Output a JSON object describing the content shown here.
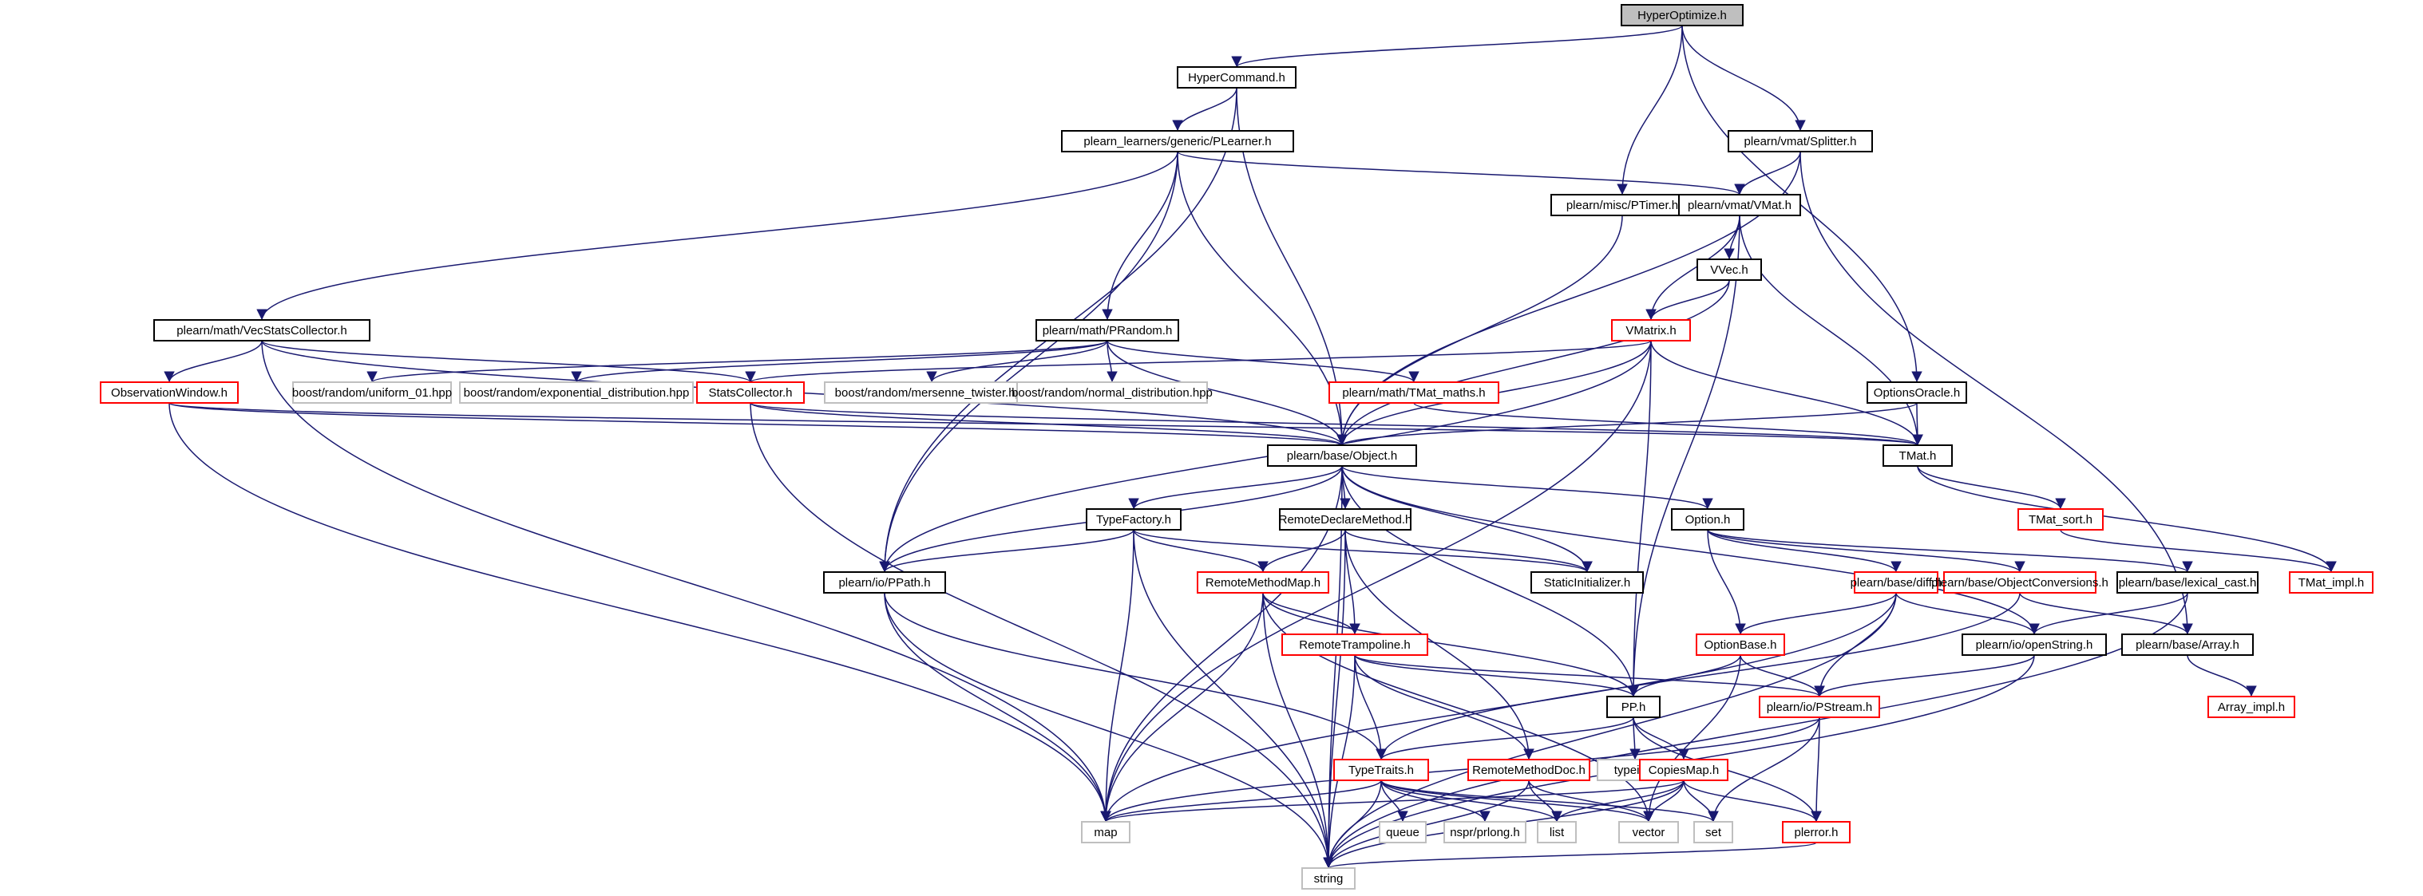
{
  "colors": {
    "root_fill": "#bfbfbf",
    "internal_border": "#000000",
    "incomplete_border": "#ff0000",
    "system_border": "#bfbfbf",
    "edge": "#191970"
  },
  "nodes": [
    {
      "id": "hyperoptimize",
      "label": "HyperOptimize.h",
      "kind": "root"
    },
    {
      "id": "hypercommand",
      "label": "HyperCommand.h",
      "kind": "internal"
    },
    {
      "id": "plearner",
      "label": "plearn_learners/generic/PLearner.h",
      "kind": "internal"
    },
    {
      "id": "ptimer",
      "label": "plearn/misc/PTimer.h",
      "kind": "internal"
    },
    {
      "id": "splitter",
      "label": "plearn/vmat/Splitter.h",
      "kind": "internal"
    },
    {
      "id": "vmat",
      "label": "plearn/vmat/VMat.h",
      "kind": "internal"
    },
    {
      "id": "vvec",
      "label": "VVec.h",
      "kind": "internal"
    },
    {
      "id": "vmatrix",
      "label": "VMatrix.h",
      "kind": "incomplete"
    },
    {
      "id": "vecstats",
      "label": "plearn/math/VecStatsCollector.h",
      "kind": "internal"
    },
    {
      "id": "prandom",
      "label": "plearn/math/PRandom.h",
      "kind": "internal"
    },
    {
      "id": "obswin",
      "label": "ObservationWindow.h",
      "kind": "incomplete"
    },
    {
      "id": "uniform01",
      "label": "boost/random/uniform_01.hpp",
      "kind": "system"
    },
    {
      "id": "expdist",
      "label": "boost/random/exponential_distribution.hpp",
      "kind": "system"
    },
    {
      "id": "statscollector",
      "label": "StatsCollector.h",
      "kind": "incomplete"
    },
    {
      "id": "mersenne",
      "label": "boost/random/mersenne_twister.hpp",
      "kind": "system"
    },
    {
      "id": "normaldist",
      "label": "boost/random/normal_distribution.hpp",
      "kind": "system"
    },
    {
      "id": "tmatmaths",
      "label": "plearn/math/TMat_maths.h",
      "kind": "incomplete"
    },
    {
      "id": "optionsoracle",
      "label": "OptionsOracle.h",
      "kind": "internal"
    },
    {
      "id": "object",
      "label": "plearn/base/Object.h",
      "kind": "internal"
    },
    {
      "id": "tmat",
      "label": "TMat.h",
      "kind": "internal"
    },
    {
      "id": "typefactory",
      "label": "TypeFactory.h",
      "kind": "internal"
    },
    {
      "id": "remotedeclare",
      "label": "RemoteDeclareMethod.h",
      "kind": "internal"
    },
    {
      "id": "option",
      "label": "Option.h",
      "kind": "internal"
    },
    {
      "id": "tmatsort",
      "label": "TMat_sort.h",
      "kind": "incomplete"
    },
    {
      "id": "ppath",
      "label": "plearn/io/PPath.h",
      "kind": "internal"
    },
    {
      "id": "remotemethodmap",
      "label": "RemoteMethodMap.h",
      "kind": "incomplete"
    },
    {
      "id": "staticinit",
      "label": "StaticInitializer.h",
      "kind": "internal"
    },
    {
      "id": "diff",
      "label": "plearn/base/diff.h",
      "kind": "incomplete"
    },
    {
      "id": "objconv",
      "label": "plearn/base/ObjectConversions.h",
      "kind": "incomplete"
    },
    {
      "id": "lexicalcast",
      "label": "plearn/base/lexical_cast.h",
      "kind": "internal"
    },
    {
      "id": "tmatimpl",
      "label": "TMat_impl.h",
      "kind": "incomplete"
    },
    {
      "id": "remotetramp",
      "label": "RemoteTrampoline.h",
      "kind": "incomplete"
    },
    {
      "id": "optionbase",
      "label": "OptionBase.h",
      "kind": "incomplete"
    },
    {
      "id": "openstring",
      "label": "plearn/io/openString.h",
      "kind": "internal"
    },
    {
      "id": "array",
      "label": "plearn/base/Array.h",
      "kind": "internal"
    },
    {
      "id": "arrayimpl",
      "label": "Array_impl.h",
      "kind": "incomplete"
    },
    {
      "id": "pp",
      "label": "PP.h",
      "kind": "internal"
    },
    {
      "id": "pstream",
      "label": "plearn/io/PStream.h",
      "kind": "incomplete"
    },
    {
      "id": "typeinfo",
      "label": "typeinfo",
      "kind": "system"
    },
    {
      "id": "typetraits",
      "label": "TypeTraits.h",
      "kind": "incomplete"
    },
    {
      "id": "remotemethoddoc",
      "label": "RemoteMethodDoc.h",
      "kind": "incomplete"
    },
    {
      "id": "copiesmap",
      "label": "CopiesMap.h",
      "kind": "incomplete"
    },
    {
      "id": "map",
      "label": "map",
      "kind": "system"
    },
    {
      "id": "queue",
      "label": "queue",
      "kind": "system"
    },
    {
      "id": "nsprlong",
      "label": "nspr/prlong.h",
      "kind": "system"
    },
    {
      "id": "list",
      "label": "list",
      "kind": "system"
    },
    {
      "id": "vector",
      "label": "vector",
      "kind": "system"
    },
    {
      "id": "set",
      "label": "set",
      "kind": "system"
    },
    {
      "id": "plerror",
      "label": "plerror.h",
      "kind": "incomplete"
    },
    {
      "id": "string",
      "label": "string",
      "kind": "system"
    }
  ],
  "edges": [
    [
      "hyperoptimize",
      "hypercommand"
    ],
    [
      "hyperoptimize",
      "ptimer"
    ],
    [
      "hyperoptimize",
      "splitter"
    ],
    [
      "hyperoptimize",
      "optionsoracle"
    ],
    [
      "hypercommand",
      "plearner"
    ],
    [
      "hypercommand",
      "object"
    ],
    [
      "hypercommand",
      "ppath"
    ],
    [
      "plearner",
      "vmat"
    ],
    [
      "plearner",
      "vecstats"
    ],
    [
      "plearner",
      "prandom"
    ],
    [
      "plearner",
      "object"
    ],
    [
      "plearner",
      "ppath"
    ],
    [
      "ptimer",
      "object"
    ],
    [
      "splitter",
      "vmat"
    ],
    [
      "splitter",
      "object"
    ],
    [
      "splitter",
      "array"
    ],
    [
      "vmat",
      "vvec"
    ],
    [
      "vmat",
      "vmatrix"
    ],
    [
      "vmat",
      "tmat"
    ],
    [
      "vmat",
      "pp"
    ],
    [
      "vvec",
      "vmatrix"
    ],
    [
      "vvec",
      "object"
    ],
    [
      "vmatrix",
      "statscollector"
    ],
    [
      "vmatrix",
      "object"
    ],
    [
      "vmatrix",
      "tmat"
    ],
    [
      "vmatrix",
      "ppath"
    ],
    [
      "vmatrix",
      "map"
    ],
    [
      "vmatrix",
      "pp"
    ],
    [
      "vecstats",
      "obswin"
    ],
    [
      "vecstats",
      "statscollector"
    ],
    [
      "vecstats",
      "object"
    ],
    [
      "vecstats",
      "map"
    ],
    [
      "prandom",
      "uniform01"
    ],
    [
      "prandom",
      "expdist"
    ],
    [
      "prandom",
      "mersenne"
    ],
    [
      "prandom",
      "normaldist"
    ],
    [
      "prandom",
      "tmatmaths"
    ],
    [
      "prandom",
      "object"
    ],
    [
      "obswin",
      "object"
    ],
    [
      "obswin",
      "tmat"
    ],
    [
      "obswin",
      "map"
    ],
    [
      "statscollector",
      "object"
    ],
    [
      "statscollector",
      "tmat"
    ],
    [
      "statscollector",
      "string"
    ],
    [
      "tmatmaths",
      "tmat"
    ],
    [
      "optionsoracle",
      "object"
    ],
    [
      "optionsoracle",
      "tmat"
    ],
    [
      "object",
      "typefactory"
    ],
    [
      "object",
      "remotedeclare"
    ],
    [
      "object",
      "option"
    ],
    [
      "object",
      "ppath"
    ],
    [
      "object",
      "staticinit"
    ],
    [
      "object",
      "pp"
    ],
    [
      "object",
      "openstring"
    ],
    [
      "object",
      "map"
    ],
    [
      "object",
      "string"
    ],
    [
      "tmat",
      "tmatsort"
    ],
    [
      "tmat",
      "tmatimpl"
    ],
    [
      "tmatsort",
      "tmatimpl"
    ],
    [
      "typefactory",
      "ppath"
    ],
    [
      "typefactory",
      "remotemethodmap"
    ],
    [
      "typefactory",
      "staticinit"
    ],
    [
      "typefactory",
      "map"
    ],
    [
      "typefactory",
      "string"
    ],
    [
      "remotedeclare",
      "remotemethodmap"
    ],
    [
      "remotedeclare",
      "remotetramp"
    ],
    [
      "remotedeclare",
      "remotemethoddoc"
    ],
    [
      "remotedeclare",
      "staticinit"
    ],
    [
      "remotedeclare",
      "string"
    ],
    [
      "option",
      "optionbase"
    ],
    [
      "option",
      "diff"
    ],
    [
      "option",
      "objconv"
    ],
    [
      "option",
      "lexicalcast"
    ],
    [
      "ppath",
      "typetraits"
    ],
    [
      "ppath",
      "map"
    ],
    [
      "ppath",
      "string"
    ],
    [
      "remotemethodmap",
      "remotetramp"
    ],
    [
      "remotemethodmap",
      "pp"
    ],
    [
      "remotemethodmap",
      "map"
    ],
    [
      "remotemethodmap",
      "vector"
    ],
    [
      "remotemethodmap",
      "string"
    ],
    [
      "diff",
      "optionbase"
    ],
    [
      "diff",
      "pstream"
    ],
    [
      "diff",
      "openstring"
    ],
    [
      "diff",
      "map"
    ],
    [
      "diff",
      "string"
    ],
    [
      "objconv",
      "array"
    ],
    [
      "objconv",
      "typetraits"
    ],
    [
      "lexicalcast",
      "openstring"
    ],
    [
      "lexicalcast",
      "string"
    ],
    [
      "remotetramp",
      "pp"
    ],
    [
      "remotetramp",
      "typetraits"
    ],
    [
      "remotetramp",
      "remotemethoddoc"
    ],
    [
      "remotetramp",
      "pstream"
    ],
    [
      "remotetramp",
      "string"
    ],
    [
      "optionbase",
      "pp"
    ],
    [
      "optionbase",
      "pstream"
    ],
    [
      "optionbase",
      "vector"
    ],
    [
      "openstring",
      "pstream"
    ],
    [
      "openstring",
      "string"
    ],
    [
      "array",
      "arrayimpl"
    ],
    [
      "pp",
      "typeinfo"
    ],
    [
      "pp",
      "typetraits"
    ],
    [
      "pp",
      "copiesmap"
    ],
    [
      "pp",
      "plerror"
    ],
    [
      "pstream",
      "map"
    ],
    [
      "pstream",
      "set"
    ],
    [
      "pstream",
      "plerror"
    ],
    [
      "typetraits",
      "map"
    ],
    [
      "typetraits",
      "queue"
    ],
    [
      "typetraits",
      "nsprlong"
    ],
    [
      "typetraits",
      "list"
    ],
    [
      "typetraits",
      "vector"
    ],
    [
      "typetraits",
      "set"
    ],
    [
      "typetraits",
      "string"
    ],
    [
      "remotemethoddoc",
      "list"
    ],
    [
      "remotemethoddoc",
      "vector"
    ],
    [
      "remotemethoddoc",
      "string"
    ],
    [
      "copiesmap",
      "map"
    ],
    [
      "copiesmap",
      "list"
    ],
    [
      "copiesmap",
      "vector"
    ],
    [
      "copiesmap",
      "set"
    ],
    [
      "copiesmap",
      "plerror"
    ],
    [
      "copiesmap",
      "string"
    ],
    [
      "plerror",
      "string"
    ]
  ]
}
